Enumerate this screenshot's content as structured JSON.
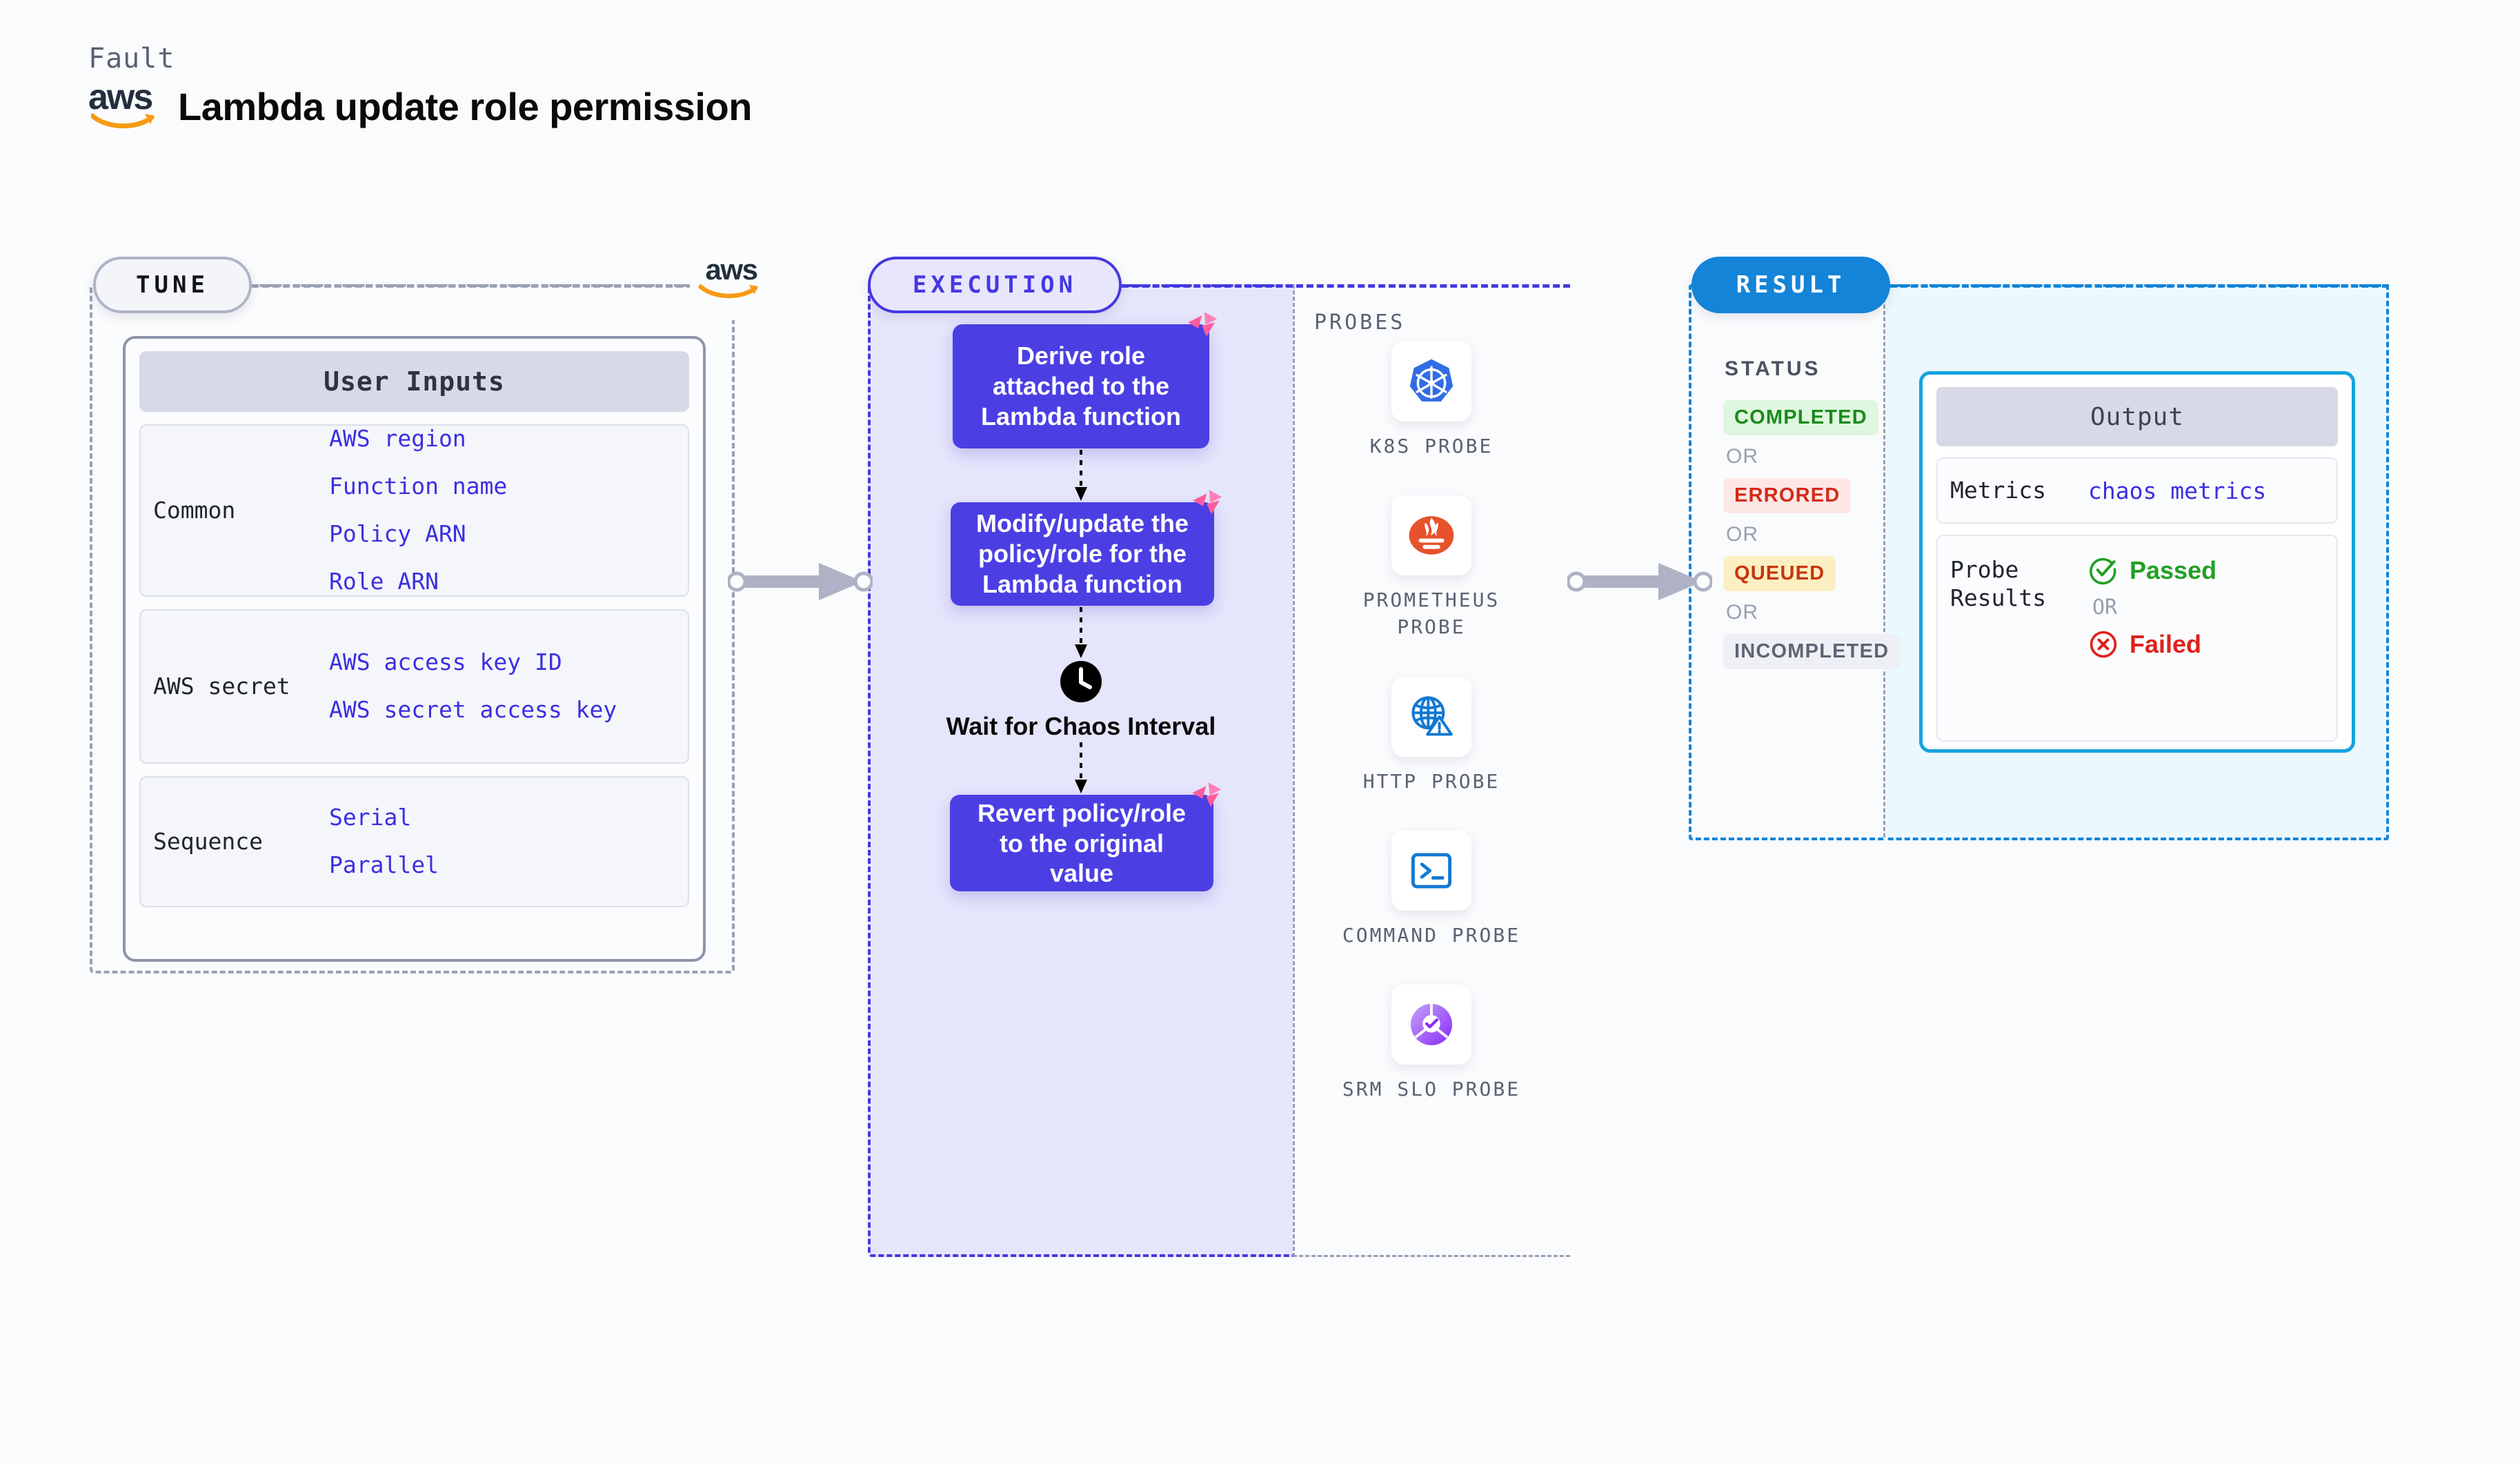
{
  "header": {
    "kicker": "Fault",
    "title": "Lambda update role permission",
    "logo_text": "aws",
    "logo_name": "aws-logo"
  },
  "sections": {
    "tune": {
      "label": "TUNE"
    },
    "execution": {
      "label": "EXECUTION"
    },
    "result": {
      "label": "RESULT"
    }
  },
  "tune": {
    "watermark_logo": "aws",
    "card_title": "User Inputs",
    "groups": [
      {
        "label": "Common",
        "values": [
          "AWS region",
          "Function name",
          "Policy ARN",
          "Role ARN"
        ]
      },
      {
        "label": "AWS secret",
        "values": [
          "AWS access key ID",
          "AWS secret access key"
        ]
      },
      {
        "label": "Sequence",
        "values": [
          "Serial",
          "Parallel"
        ]
      }
    ]
  },
  "execution": {
    "steps": [
      {
        "text": "Derive role attached to the Lambda function",
        "badge": "litmus-logo-icon"
      },
      {
        "text": "Modify/update the policy/role for the Lambda function",
        "badge": "litmus-logo-icon"
      }
    ],
    "wait": {
      "icon": "clock-icon",
      "label": "Wait for Chaos Interval"
    },
    "final_step": {
      "text": "Revert policy/role to the original value",
      "badge": "litmus-logo-icon"
    }
  },
  "probes": {
    "title": "PROBES",
    "items": [
      {
        "name": "K8S PROBE",
        "icon": "kubernetes-icon"
      },
      {
        "name": "PROMETHEUS PROBE",
        "icon": "prometheus-icon"
      },
      {
        "name": "HTTP PROBE",
        "icon": "globe-warning-icon"
      },
      {
        "name": "COMMAND PROBE",
        "icon": "terminal-icon"
      },
      {
        "name": "SRM SLO PROBE",
        "icon": "srm-slo-icon"
      }
    ]
  },
  "result": {
    "status_title": "STATUS",
    "or_label": "OR",
    "statuses": [
      {
        "label": "COMPLETED",
        "color": "#1B8A1B",
        "bg": "#DFF6DF"
      },
      {
        "label": "ERRORED",
        "color": "#D32A18",
        "bg": "#FDE8E6"
      },
      {
        "label": "QUEUED",
        "color": "#C8340B",
        "bg": "#FCEFC2"
      },
      {
        "label": "INCOMPLETED",
        "color": "#5E6473",
        "bg": "#EEF0F5"
      }
    ]
  },
  "output": {
    "card_title": "Output",
    "metrics_key": "Metrics",
    "metrics_value": "chaos metrics",
    "probe_results_key": "Probe Results",
    "or_label": "OR",
    "passed_label": "Passed",
    "failed_label": "Failed"
  },
  "colors": {
    "accent_purple": "#4B3FE4",
    "accent_blue": "#1384D8",
    "litmus_pink": "#FF5C9E",
    "mono_blue_text": "#3B2FE0",
    "pass_green": "#22A022",
    "fail_red": "#E0201B"
  }
}
